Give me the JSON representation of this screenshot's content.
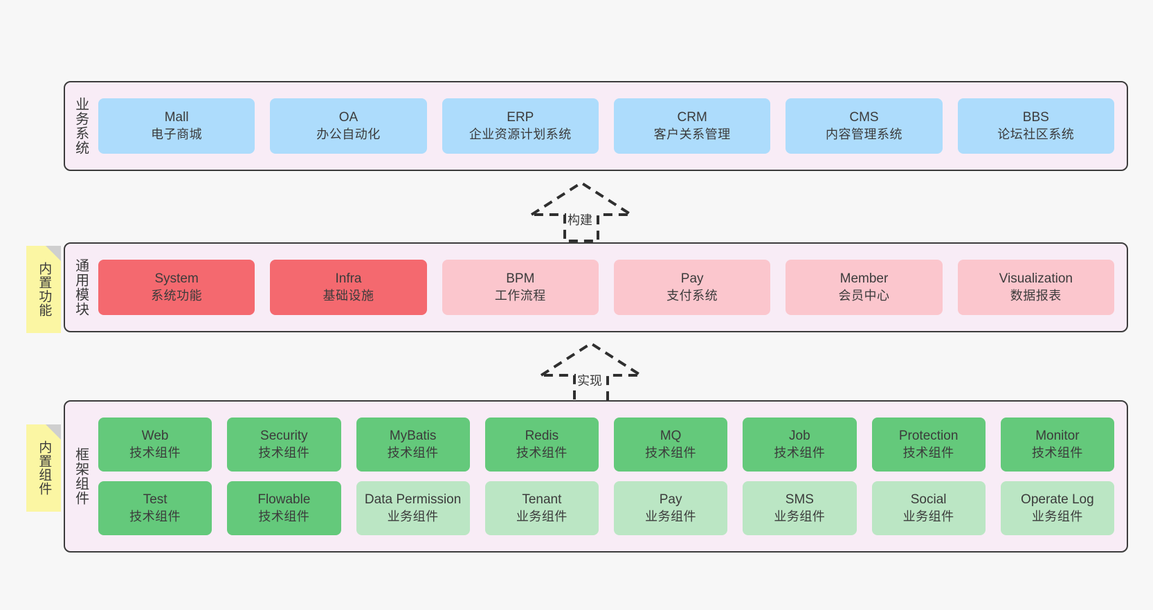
{
  "diagram": {
    "title": "",
    "colors": {
      "panel_bg": "#f8ecf6",
      "panel_border": "#3c3c3c",
      "blue": "#addcfc",
      "red": "#f4696f",
      "pink": "#fbc6cd",
      "green": "#64c97b",
      "light_green": "#bbe6c4",
      "sticky_yellow": "#fbf6a3",
      "sticky_fold": "#cfcfcf",
      "page_bg": "#f7f7f7"
    }
  },
  "layers": [
    {
      "id": "business-systems",
      "label": "业务系统",
      "sticky": null,
      "rows": [
        {
          "style": "blue",
          "cards": [
            {
              "en": "Mall",
              "cn": "电子商城"
            },
            {
              "en": "OA",
              "cn": "办公自动化"
            },
            {
              "en": "ERP",
              "cn": "企业资源计划系统"
            },
            {
              "en": "CRM",
              "cn": "客户关系管理"
            },
            {
              "en": "CMS",
              "cn": "内容管理系统"
            },
            {
              "en": "BBS",
              "cn": "论坛社区系统"
            }
          ]
        }
      ]
    },
    {
      "id": "common-modules",
      "label": "通用模块",
      "sticky": "内置功能",
      "rows": [
        {
          "style": "mixed",
          "cards": [
            {
              "en": "System",
              "cn": "系统功能",
              "style": "red"
            },
            {
              "en": "Infra",
              "cn": "基础设施",
              "style": "red"
            },
            {
              "en": "BPM",
              "cn": "工作流程",
              "style": "pink"
            },
            {
              "en": "Pay",
              "cn": "支付系统",
              "style": "pink"
            },
            {
              "en": "Member",
              "cn": "会员中心",
              "style": "pink"
            },
            {
              "en": "Visualization",
              "cn": "数据报表",
              "style": "pink"
            }
          ]
        }
      ]
    },
    {
      "id": "framework-components",
      "label": "框架组件",
      "sticky": "内置组件",
      "rows": [
        {
          "style": "green",
          "cards": [
            {
              "en": "Web",
              "cn": "技术组件",
              "style": "green"
            },
            {
              "en": "Security",
              "cn": "技术组件",
              "style": "green"
            },
            {
              "en": "MyBatis",
              "cn": "技术组件",
              "style": "green"
            },
            {
              "en": "Redis",
              "cn": "技术组件",
              "style": "green"
            },
            {
              "en": "MQ",
              "cn": "技术组件",
              "style": "green"
            },
            {
              "en": "Job",
              "cn": "技术组件",
              "style": "green"
            },
            {
              "en": "Protection",
              "cn": "技术组件",
              "style": "green"
            },
            {
              "en": "Monitor",
              "cn": "技术组件",
              "style": "green"
            }
          ]
        },
        {
          "style": "mixed",
          "cards": [
            {
              "en": "Test",
              "cn": "技术组件",
              "style": "green"
            },
            {
              "en": "Flowable",
              "cn": "技术组件",
              "style": "green"
            },
            {
              "en": "Data Permission",
              "cn": "业务组件",
              "style": "lightgreen"
            },
            {
              "en": "Tenant",
              "cn": "业务组件",
              "style": "lightgreen"
            },
            {
              "en": "Pay",
              "cn": "业务组件",
              "style": "lightgreen"
            },
            {
              "en": "SMS",
              "cn": "业务组件",
              "style": "lightgreen"
            },
            {
              "en": "Social",
              "cn": "业务组件",
              "style": "lightgreen"
            },
            {
              "en": "Operate Log",
              "cn": "业务组件",
              "style": "lightgreen"
            }
          ]
        }
      ]
    }
  ],
  "connectors": [
    {
      "id": "build",
      "label": "构建",
      "from": "common-modules",
      "to": "business-systems"
    },
    {
      "id": "implement",
      "label": "实现",
      "from": "framework-components",
      "to": "common-modules"
    }
  ]
}
